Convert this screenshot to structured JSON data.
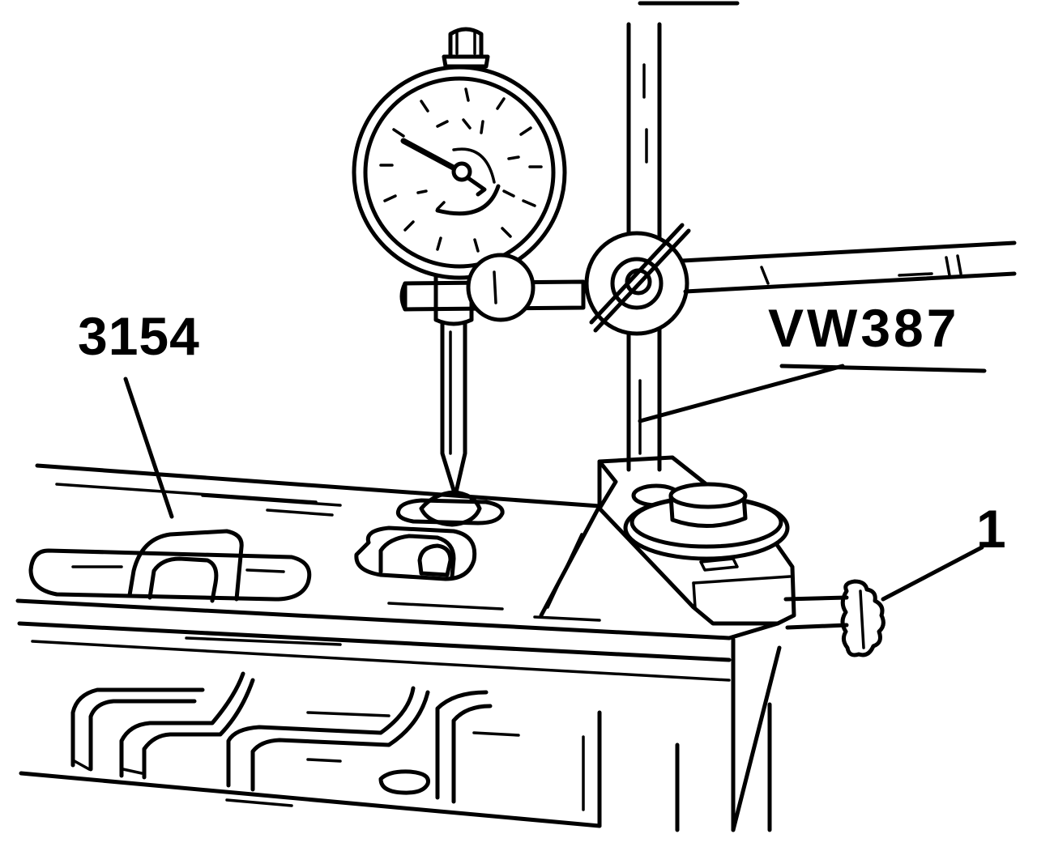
{
  "labels": {
    "part_3154": "3154",
    "part_vw387": "VW387",
    "part_1": "1"
  },
  "colors": {
    "ink": "#000000",
    "paper": "#ffffff"
  }
}
